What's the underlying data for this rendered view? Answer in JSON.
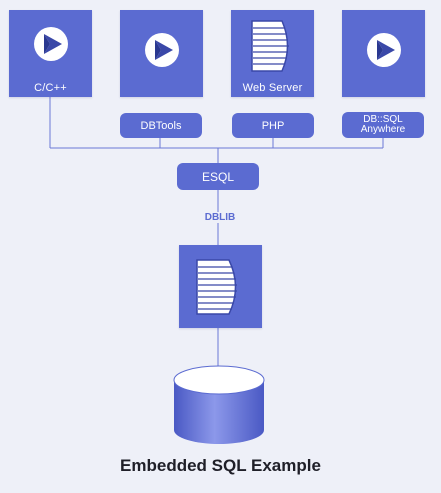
{
  "clients": {
    "cpp_label": "C/C++",
    "webserver_label": "Web Server"
  },
  "pills": {
    "dbtools": "DBTools",
    "php": "PHP",
    "dbsql_line1": "DB::SQL",
    "dbsql_line2": "Anywhere",
    "esql": "ESQL"
  },
  "connector_label": "DBLIB",
  "title": "Embedded SQL Example",
  "colors": {
    "accent": "#5b6bd1",
    "background": "#eef0f8",
    "line": "#6b78d6"
  },
  "icons": [
    "play-logo-icon",
    "document-lines-icon",
    "database-cylinder-icon"
  ]
}
